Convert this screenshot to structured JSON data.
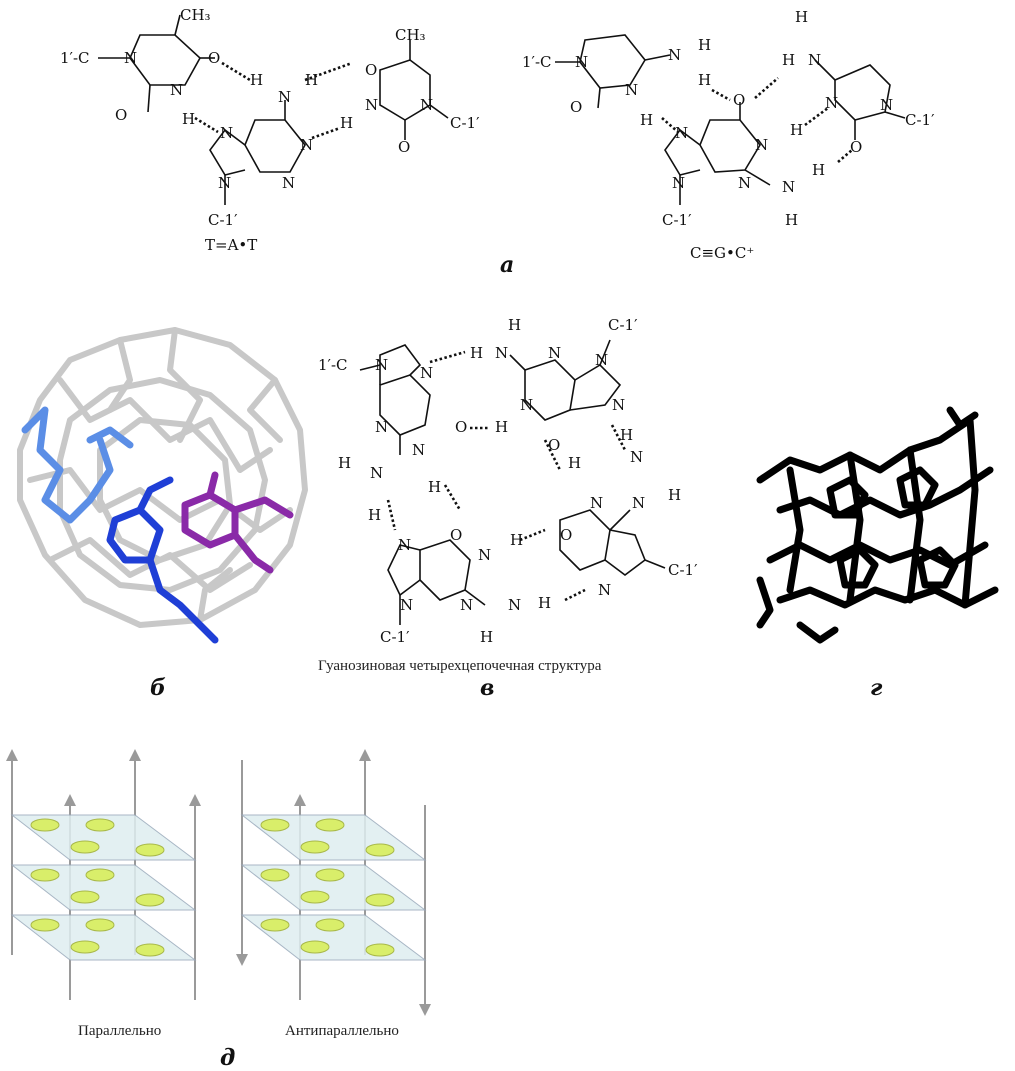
{
  "panel_labels": {
    "a": "а",
    "b": "б",
    "v": "в",
    "g": "г",
    "d": "д"
  },
  "triplets": {
    "tat_label": "T=A•T",
    "cgc_label": "C≡G•C⁺"
  },
  "atom_labels": {
    "n": "N",
    "h": "H",
    "o": "O",
    "ch3": "CH₃",
    "c1": "C-1′",
    "c1_left": "1′-C",
    "nh_plus": "N"
  },
  "quadruplex_caption": "Гуанозиновая четырехцепочечная структура",
  "strand_captions": {
    "parallel": "Параллельно",
    "antiparallel": "Антипараллельно"
  },
  "colors": {
    "light_blue": "#5b8ee6",
    "dark_blue": "#1f3fd6",
    "purple": "#8a2aa8",
    "gray_stick": "#c8c8c8",
    "plate": "#dfeef0",
    "base": "#d9ee6a",
    "arrow": "#9a9a9a"
  }
}
